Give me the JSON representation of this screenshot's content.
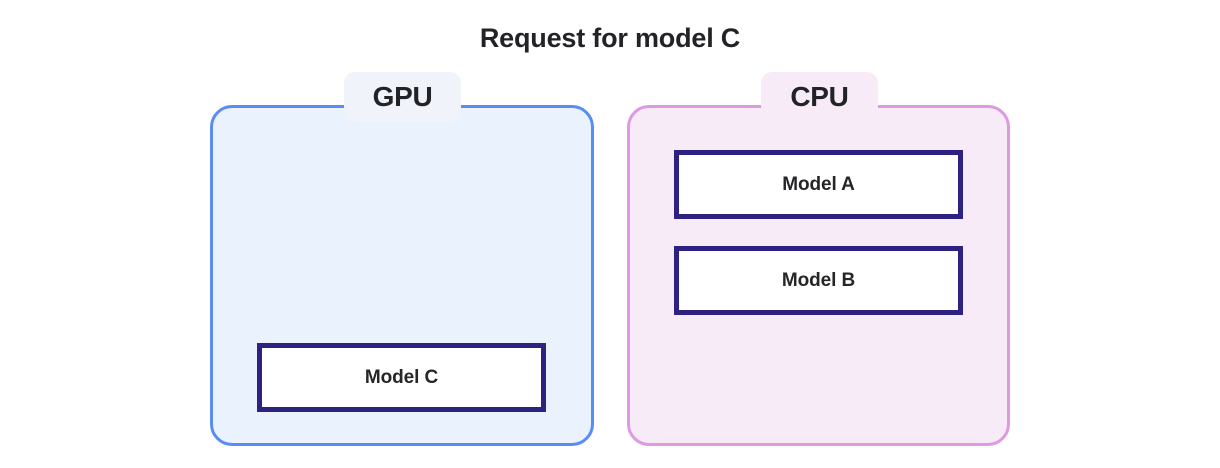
{
  "title": "Request for model C",
  "background_color": "#ffffff",
  "panels": [
    {
      "id": "gpu",
      "label": "GPU",
      "border_color": "#5b8cf5",
      "fill_color": "#eaf2fe",
      "badge_color": "#f0f3f9",
      "models": [
        {
          "label": "Model C",
          "border_color": "#2d2182",
          "fill_color": "#ffffff"
        }
      ]
    },
    {
      "id": "cpu",
      "label": "CPU",
      "border_color": "#dd9ae0",
      "fill_color": "#f7ebf8",
      "badge_color": "#f7ebf8",
      "models": [
        {
          "label": "Model A",
          "border_color": "#2d2182",
          "fill_color": "#ffffff"
        },
        {
          "label": "Model B",
          "border_color": "#2d2182",
          "fill_color": "#ffffff"
        }
      ]
    }
  ]
}
